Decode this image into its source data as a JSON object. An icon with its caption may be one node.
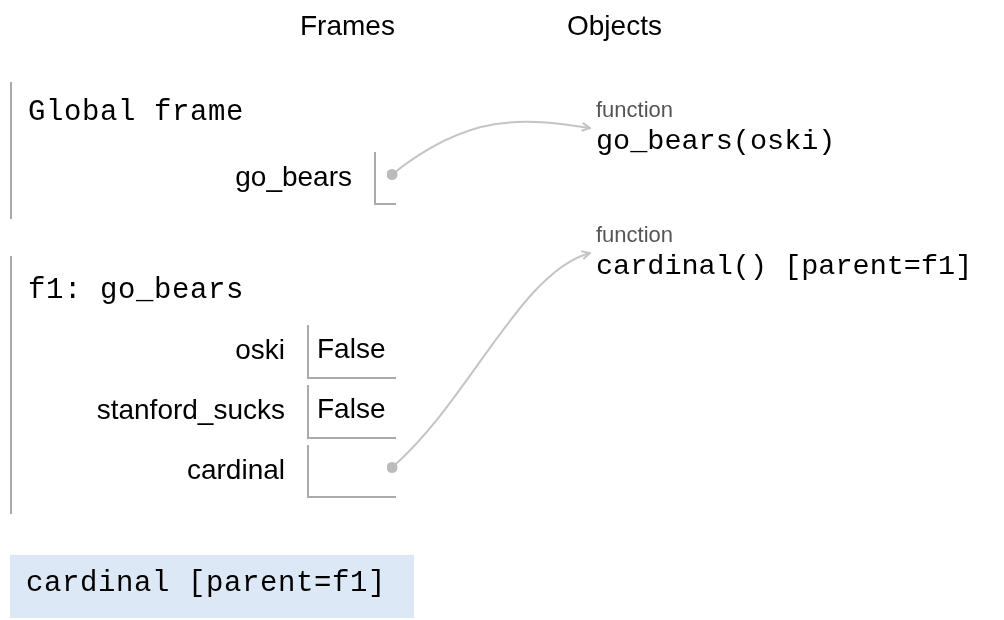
{
  "diagram": {
    "nodes": [
      {
        "text": [
          "Global frame"
        ]
      },
      {
        "text": [],
        "shape": "box",
        "beside": [
          "go_bears"
        ],
        "in": 0
      },
      {
        "text": [
          "f1: go_bears"
        ]
      },
      {
        "text": [
          "False"
        ],
        "beside": [
          "oski"
        ],
        "in": 2
      },
      {
        "text": [
          "False"
        ],
        "beside": [
          "stanford_sucks"
        ],
        "in": 2
      },
      {
        "text": [],
        "shape": "box",
        "beside": [
          "cardinal"
        ],
        "in": 2
      },
      {
        "text": [
          "cardinal [parent=f1]"
        ]
      },
      {
        "text": [
          "function",
          "go_bears(oski)"
        ]
      },
      {
        "text": [
          "function",
          "cardinal() [parent=f1]"
        ]
      }
    ],
    "edges": [
      {
        "from": 1,
        "to": 7,
        "arrow": "to"
      },
      {
        "from": 5,
        "to": 8,
        "arrow": "to"
      }
    ],
    "labels": [
      "Frames",
      "Objects"
    ]
  }
}
